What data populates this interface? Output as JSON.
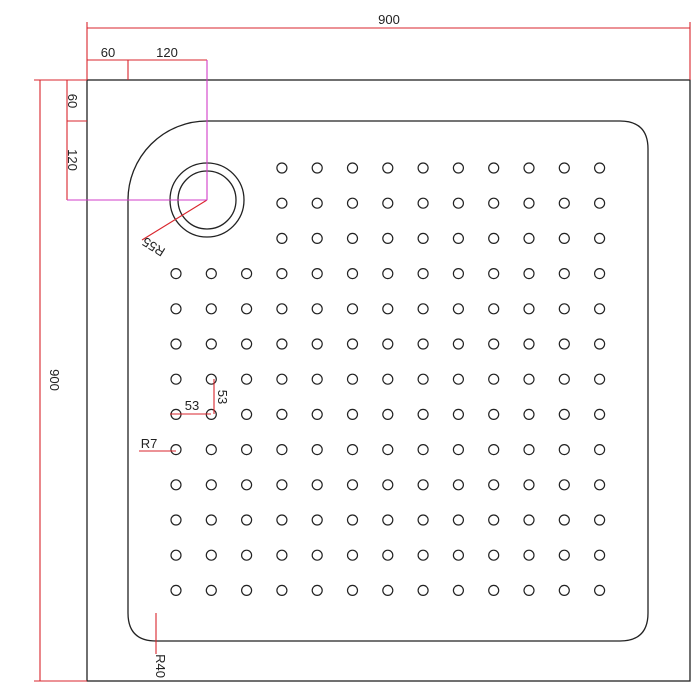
{
  "colors": {
    "outline": "#222222",
    "dimension_red": "#d9252c",
    "dimension_magenta": "#d23cc8",
    "background": "#ffffff"
  },
  "dimensions": {
    "overall_width": "900",
    "overall_height": "900",
    "drain_offset_x_edge": "60",
    "drain_offset_x_center": "120",
    "drain_offset_y_edge": "60",
    "drain_offset_y_center": "120",
    "drain_radius": "R55",
    "dot_pitch_x": "53",
    "dot_pitch_y": "53",
    "dot_radius": "R7",
    "corner_radius": "R40"
  },
  "dot_grid": {
    "columns": 13,
    "rows_full": 10,
    "rows_partial": 3,
    "partial_first_column": 3
  }
}
